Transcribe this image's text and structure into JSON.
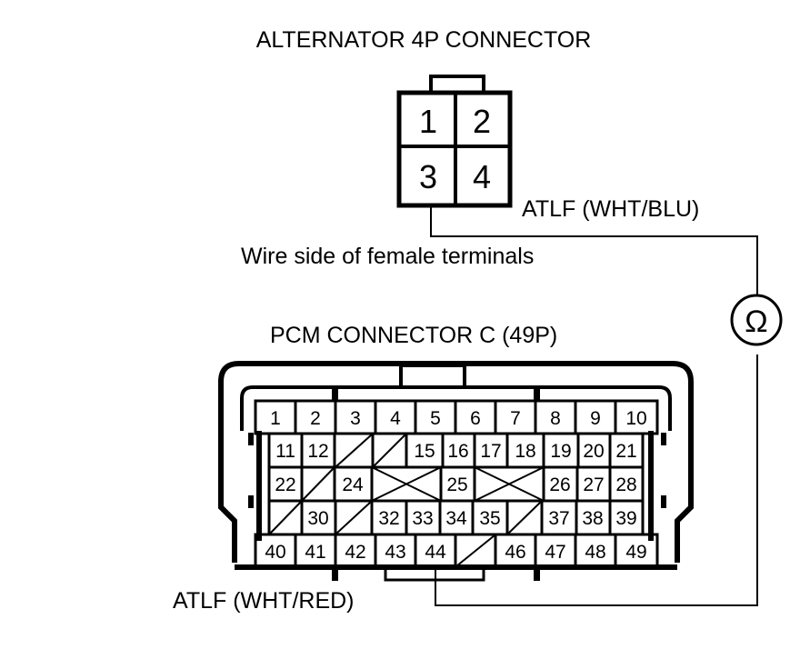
{
  "labels": {
    "alternator_title": "ALTERNATOR 4P CONNECTOR",
    "atlf_blu": "ATLF (WHT/BLU)",
    "wire_side": "Wire side of female terminals",
    "pcm_title": "PCM CONNECTOR C (49P)",
    "atlf_red": "ATLF (WHT/RED)",
    "ohm_symbol": "Ω"
  },
  "alternator_pins": [
    "1",
    "2",
    "3",
    "4"
  ],
  "pcm_pins": {
    "row1": [
      "1",
      "2",
      "3",
      "4",
      "5",
      "6",
      "7",
      "8",
      "9",
      "10"
    ],
    "row2": [
      "11",
      "12",
      "15",
      "16",
      "17",
      "18",
      "19",
      "20",
      "21"
    ],
    "row3": [
      "22",
      "24",
      "25",
      "26",
      "27",
      "28"
    ],
    "row4": [
      "30",
      "32",
      "33",
      "34",
      "35",
      "37",
      "38",
      "39"
    ],
    "row5": [
      "40",
      "41",
      "42",
      "43",
      "44",
      "46",
      "47",
      "48",
      "49"
    ]
  }
}
